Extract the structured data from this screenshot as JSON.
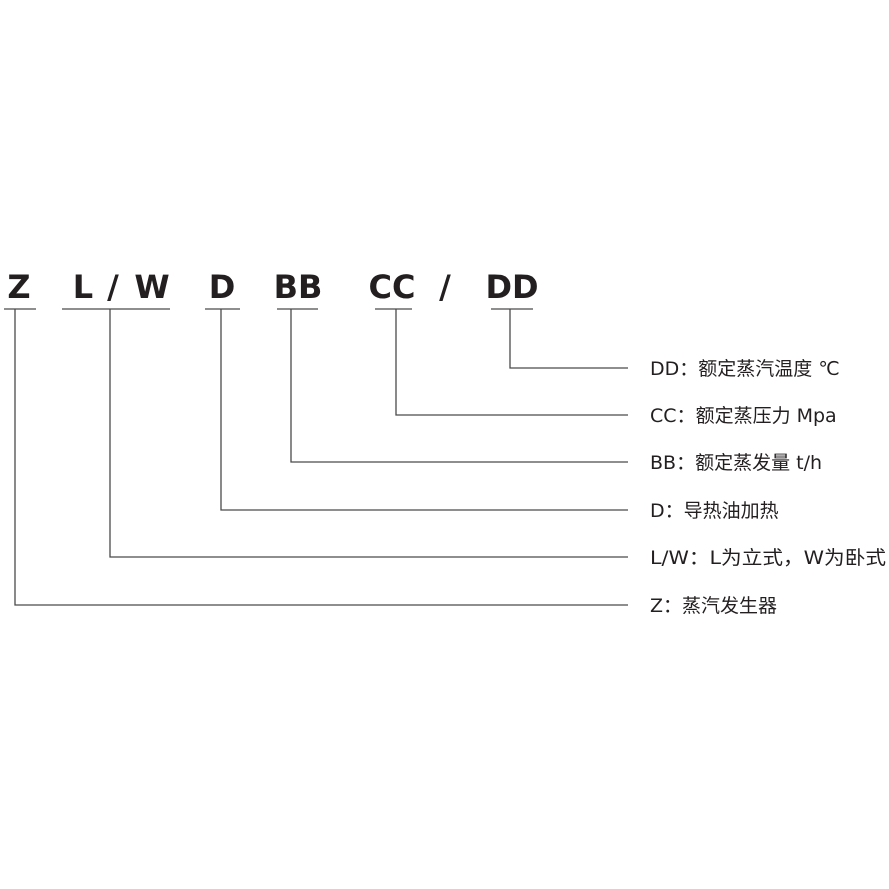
{
  "model_code": {
    "parts": [
      "Z",
      "L",
      "/",
      "W",
      "D",
      "BB",
      "CC",
      "/",
      "DD"
    ]
  },
  "legend": [
    {
      "code": "DD",
      "separator": "：",
      "meaning": "额定蒸汽温度 ℃"
    },
    {
      "code": "CC",
      "separator": "：",
      "meaning": "额定蒸压力 Mpa"
    },
    {
      "code": "BB",
      "separator": "：",
      "meaning": "额定蒸发量 t/h"
    },
    {
      "code": "D",
      "separator": "：",
      "meaning": "导热油加热"
    },
    {
      "code": "L/W",
      "separator": "：",
      "meaning": "L为立式，W为卧式"
    },
    {
      "code": "Z",
      "separator": "：",
      "meaning": "蒸汽发生器"
    }
  ]
}
